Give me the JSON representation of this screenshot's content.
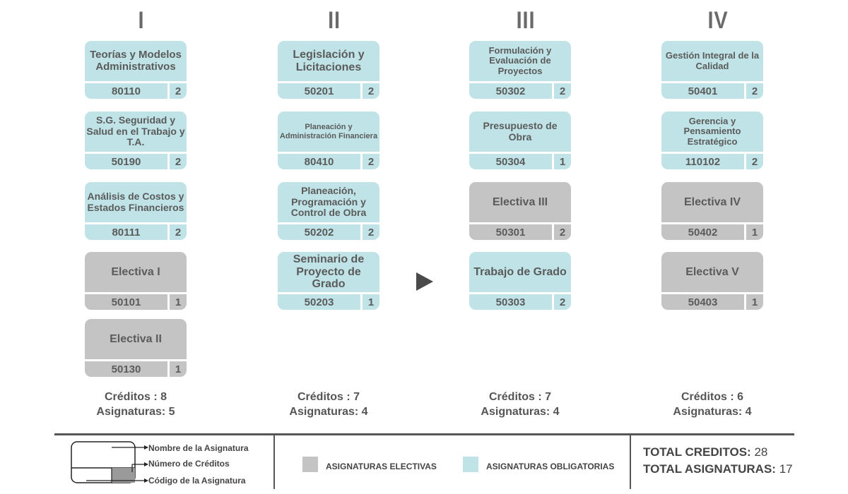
{
  "semesters": [
    {
      "roman": "I",
      "summary": {
        "credits_label": "Créditos : 8",
        "subjects_label": "Asignaturas: 5"
      },
      "courses": [
        {
          "name": "Teorías y Modelos Administrativos",
          "code": "80110",
          "credits": "2",
          "type": "obligatoria"
        },
        {
          "name": "S.G. Seguridad y Salud en el Trabajo y T.A.",
          "code": "50190",
          "credits": "2",
          "type": "obligatoria"
        },
        {
          "name": "Análisis de Costos y Estados Financieros",
          "code": "80111",
          "credits": "2",
          "type": "obligatoria"
        },
        {
          "name": "Electiva I",
          "code": "50101",
          "credits": "1",
          "type": "electiva"
        },
        {
          "name": "Electiva II",
          "code": "50130",
          "credits": "1",
          "type": "electiva"
        }
      ]
    },
    {
      "roman": "II",
      "summary": {
        "credits_label": "Créditos : 7",
        "subjects_label": "Asignaturas: 4"
      },
      "courses": [
        {
          "name": "Legislación y Licitaciones",
          "code": "50201",
          "credits": "2",
          "type": "obligatoria"
        },
        {
          "name": "Planeación y Administración Financiera",
          "code": "80410",
          "credits": "2",
          "type": "obligatoria"
        },
        {
          "name": "Planeación, Programación y Control de Obra",
          "code": "50202",
          "credits": "2",
          "type": "obligatoria"
        },
        {
          "name": "Seminario de Proyecto de Grado",
          "code": "50203",
          "credits": "1",
          "type": "obligatoria"
        }
      ]
    },
    {
      "roman": "III",
      "summary": {
        "credits_label": "Créditos : 7",
        "subjects_label": "Asignaturas: 4"
      },
      "courses": [
        {
          "name": "Formulación y Evaluación de Proyectos",
          "code": "50302",
          "credits": "2",
          "type": "obligatoria"
        },
        {
          "name": "Presupuesto de Obra",
          "code": "50304",
          "credits": "1",
          "type": "obligatoria"
        },
        {
          "name": "Electiva III",
          "code": "50301",
          "credits": "2",
          "type": "electiva"
        },
        {
          "name": "Trabajo de Grado",
          "code": "50303",
          "credits": "2",
          "type": "obligatoria"
        }
      ]
    },
    {
      "roman": "IV",
      "summary": {
        "credits_label": "Créditos : 6",
        "subjects_label": "Asignaturas: 4"
      },
      "courses": [
        {
          "name": "Gestión Integral de la Calidad",
          "code": "50401",
          "credits": "2",
          "type": "obligatoria"
        },
        {
          "name": "Gerencia y Pensamiento Estratégico",
          "code": "110102",
          "credits": "2",
          "type": "obligatoria"
        },
        {
          "name": "Electiva IV",
          "code": "50402",
          "credits": "1",
          "type": "electiva"
        },
        {
          "name": "Electiva V",
          "code": "50403",
          "credits": "1",
          "type": "electiva"
        }
      ]
    }
  ],
  "legend": {
    "name_label": "Nombre de la Asignatura",
    "credits_label": "Número de Créditos",
    "code_label": "Código de la Asignatura",
    "electives_label": "ASIGNATURAS ELECTIVAS",
    "mandatory_label": "ASIGNATURAS OBLIGATORIAS"
  },
  "totals": {
    "credits_label": "TOTAL CREDITOS:",
    "credits_value": "28",
    "subjects_label": "TOTAL ASIGNATURAS:",
    "subjects_value": "17"
  },
  "colors": {
    "mandatory": "#bfe3e6",
    "elective": "#c4c4c4",
    "text": "#5b5b5b"
  }
}
